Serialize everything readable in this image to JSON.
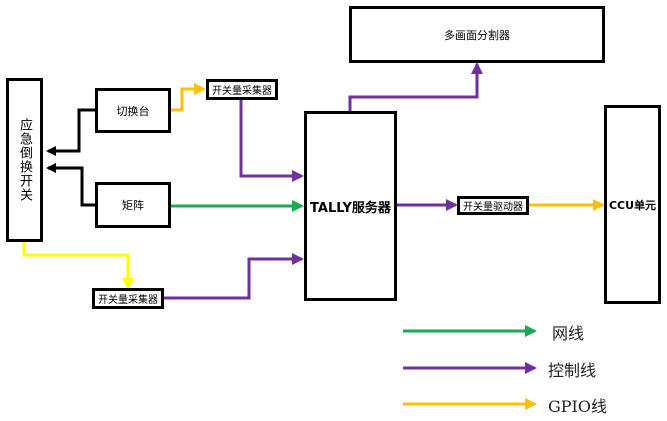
{
  "diagram": {
    "nodes": {
      "emergency_switch": "应急倒换开关",
      "switcher": "切换台",
      "matrix": "矩阵",
      "collector_top": "开关量采集器",
      "collector_bottom": "开关量采集器",
      "tally_server": "TALLY服务器",
      "multiviewer": "多画面分割器",
      "driver": "开关量驱动器",
      "ccu": "CCU单元"
    },
    "colors": {
      "network": "#1aaa55",
      "control": "#7030a0",
      "gpio": "#ffc000",
      "gpio_yellow": "#ffff00",
      "black": "#000000"
    },
    "edges": [
      {
        "from": "switcher",
        "to": "emergency_switch",
        "type": "black"
      },
      {
        "from": "matrix",
        "to": "emergency_switch",
        "type": "black"
      },
      {
        "from": "switcher",
        "to": "collector_top",
        "type": "gpio"
      },
      {
        "from": "collector_top",
        "to": "tally_server",
        "type": "control"
      },
      {
        "from": "matrix",
        "to": "tally_server",
        "type": "network"
      },
      {
        "from": "emergency_switch",
        "to": "collector_bottom",
        "type": "gpio"
      },
      {
        "from": "collector_bottom",
        "to": "tally_server",
        "type": "control"
      },
      {
        "from": "tally_server",
        "to": "multiviewer",
        "type": "control"
      },
      {
        "from": "tally_server",
        "to": "driver",
        "type": "control"
      },
      {
        "from": "driver",
        "to": "ccu",
        "type": "gpio"
      }
    ],
    "legend": [
      {
        "label": "网线",
        "type": "network"
      },
      {
        "label": "控制线",
        "type": "control"
      },
      {
        "label": "GPIO线",
        "type": "gpio"
      }
    ]
  }
}
